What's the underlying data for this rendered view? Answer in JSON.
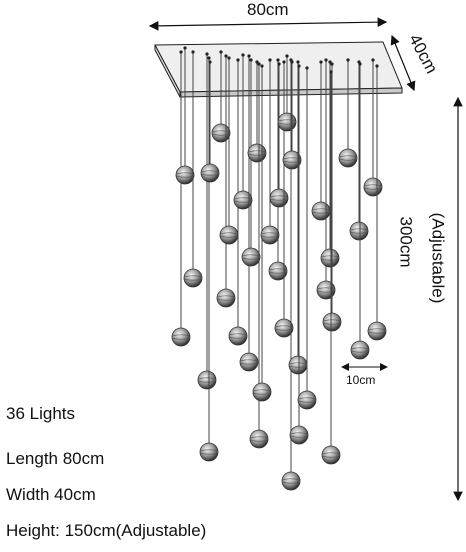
{
  "dimensions": {
    "width_label": "80cm",
    "depth_label": "40cm",
    "height_label": "300cm",
    "height_note": "(Adjustable)",
    "spacing_label": "10cm"
  },
  "specs": [
    "36 Lights",
    "Length 80cm",
    "Width 40cm",
    "Height: 150cm(Adjustable)"
  ]
}
